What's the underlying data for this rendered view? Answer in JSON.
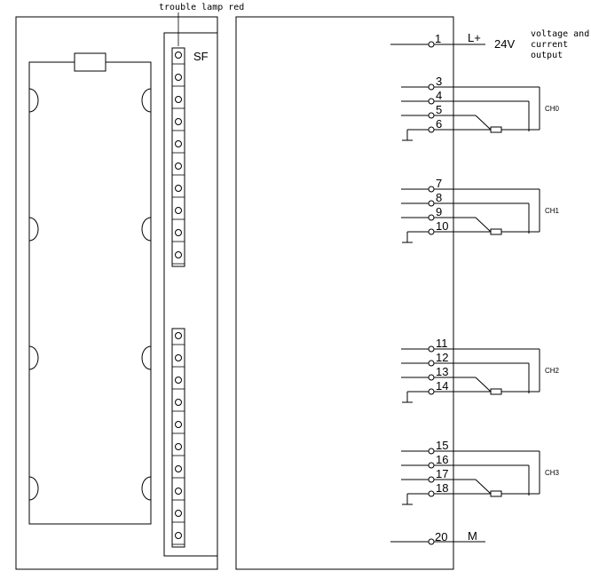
{
  "annotations": {
    "trouble_lamp": "trouble lamp red",
    "sf": "SF",
    "output_lines": [
      "voltage and",
      "current",
      "output"
    ]
  },
  "supply": {
    "lplus_label": "L+",
    "voltage_label": "24V",
    "m_label": "M",
    "terminal_lplus": "1",
    "terminal_m": "20"
  },
  "channels": [
    {
      "name": "CH0",
      "terminals": [
        "3",
        "4",
        "5",
        "6"
      ]
    },
    {
      "name": "CH1",
      "terminals": [
        "7",
        "8",
        "9",
        "10"
      ]
    },
    {
      "name": "CH2",
      "terminals": [
        "11",
        "12",
        "13",
        "14"
      ]
    },
    {
      "name": "CH3",
      "terminals": [
        "15",
        "16",
        "17",
        "18"
      ]
    }
  ]
}
